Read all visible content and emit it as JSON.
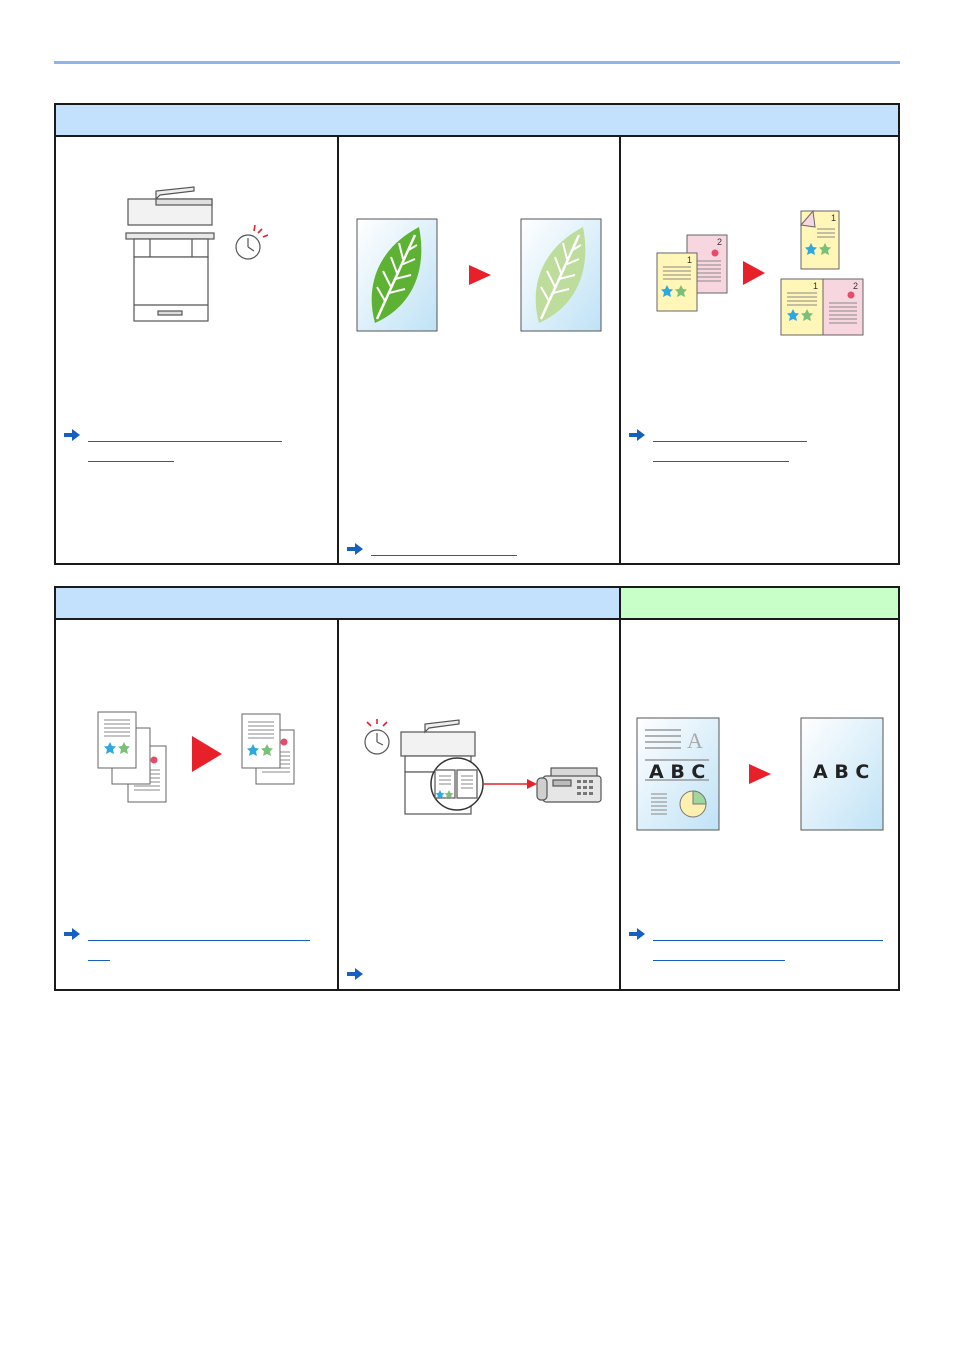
{
  "page": {
    "rule_color": "#8fb4e6",
    "border_color": "#1a1a1a",
    "header_blue": "#c3e0fd",
    "header_green": "#c8ffc8",
    "link_color": "#1560c0",
    "arrow_red": "#e8202a"
  },
  "panel1": {
    "header": "",
    "cells": [
      {
        "illustration": "printer-with-timer-icon",
        "ref_arrow": "ref-arrow-icon",
        "link_lines": [
          "",
          ""
        ]
      },
      {
        "illustration": "leaf-toner-save-icon",
        "ref_arrow": "ref-arrow-icon",
        "link_lines": [
          ""
        ]
      },
      {
        "illustration": "duplex-pages-icon",
        "ref_arrow": "ref-arrow-icon",
        "link_lines": [
          "",
          ""
        ]
      }
    ]
  },
  "panel2": {
    "header_left": "",
    "header_right": "",
    "cells": [
      {
        "illustration": "combine-pages-icon",
        "ref_arrow": "ref-arrow-icon",
        "link_lines": [
          "",
          ""
        ]
      },
      {
        "illustration": "delayed-fax-icon",
        "ref_arrow": "ref-arrow-icon",
        "link_lines": []
      },
      {
        "illustration": "text-only-scan-icon",
        "ref_arrow": "ref-arrow-icon",
        "link_lines": [
          "",
          ""
        ]
      }
    ],
    "abc_before": "A B C",
    "abc_after": "A B C",
    "serif_letter": "A",
    "page_num_1": "1",
    "page_num_2": "2"
  }
}
